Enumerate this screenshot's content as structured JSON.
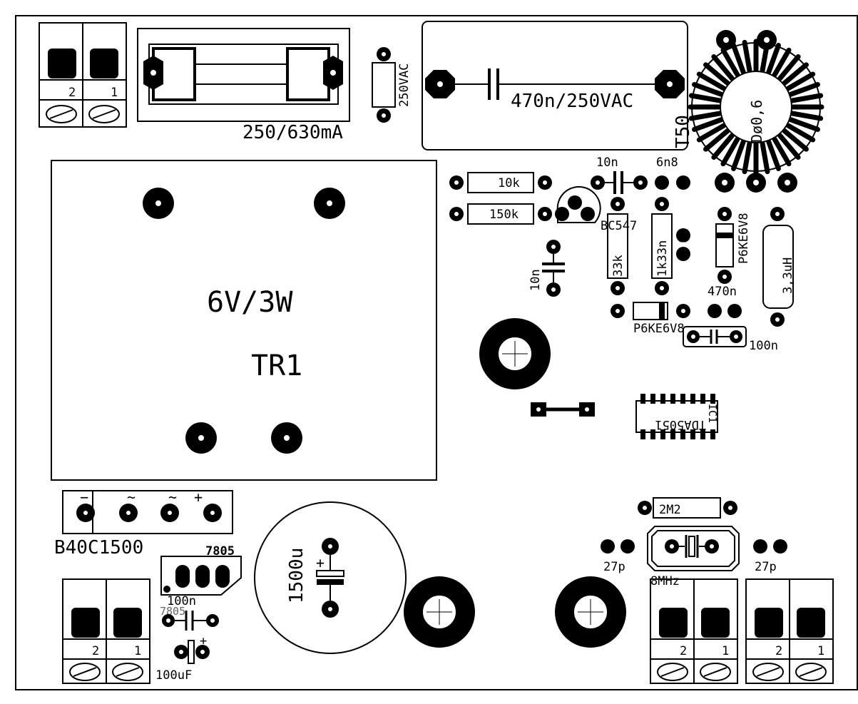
{
  "labels": {
    "fuse": "250/630mA",
    "x_cap": "470n/250VAC",
    "varistor": "250VAC",
    "choke_core": "T50",
    "choke_wire": "Dø0,6",
    "transformer_rating": "6V/3W",
    "transformer_ref": "TR1",
    "r_10k": "10k",
    "r_150k": "150k",
    "c_10n_top": "10n",
    "c_6n8": "6n8",
    "transistor": "BC547",
    "r_33k": "33k",
    "r_1k33n": "1k33n",
    "tvs_vertical": "P6KE6V8",
    "inductor": "3,3uH",
    "c_10n_left": "10n",
    "c_470n": "470n",
    "tvs_horizontal": "P6KE6V8",
    "c_100n_right": "100n",
    "ic": "TDA5051",
    "ic_mark": "IC1",
    "r_2m2": "2M2",
    "c_27p_left": "27p",
    "c_27p_right": "27p",
    "crystal": "8MHz",
    "bridge": "B40C1500",
    "bridge_pins": [
      "−",
      "~",
      "~",
      "+"
    ],
    "regulator": "7805",
    "regulator_shadow": "7805",
    "c_100n_reg": "100n",
    "c_100uF": "100uF",
    "c_1500u": "1500u",
    "terminal_pins": [
      "2",
      "1"
    ]
  },
  "colors": {
    "copper": "#000000",
    "board": "#ffffff"
  }
}
